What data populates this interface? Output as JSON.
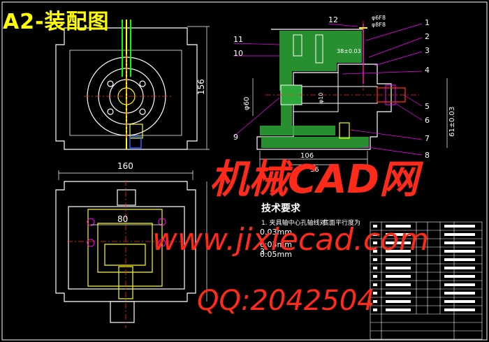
{
  "title": "A2-装配图",
  "watermark": {
    "brand": "机械CAD网",
    "url": "www.jixiecad.com",
    "qq": "QQ:2042504"
  },
  "tech_requirements": {
    "heading": "技术要求",
    "item1": "1. 夹具轴中心孔轴线对",
    "item1_right": "底面平行度为",
    "val1": "0.03mm",
    "val2": "0.03mm",
    "val3": "0.05mm",
    "item2_prefix": "2.",
    "item3_prefix": "3."
  },
  "part_numbers": [
    "1",
    "2",
    "3",
    "4",
    "5",
    "6",
    "7",
    "8",
    "9",
    "10",
    "11",
    "12"
  ],
  "dimensions": {
    "front_height": "156",
    "top_width": "160",
    "dim_80": "80",
    "dim_106": "106",
    "dim_36": "36",
    "dim_phi60": "φ60",
    "dim_phi8": "φ6F8",
    "dim_phi8b": "φ8F8",
    "dim_38": "38±0.03",
    "dim_phi10": "φ10",
    "dim_61": "61±0.03",
    "dim_106b": "106"
  },
  "colors": {
    "background": "#000000",
    "outline": "#ffffff",
    "yellow": "#ffff00",
    "green": "#00ff00",
    "hatch": "#2fa83a",
    "magenta": "#ff00ff",
    "red": "#ff2a1a",
    "cyan": "#00ffff",
    "blue": "#3060ff"
  }
}
